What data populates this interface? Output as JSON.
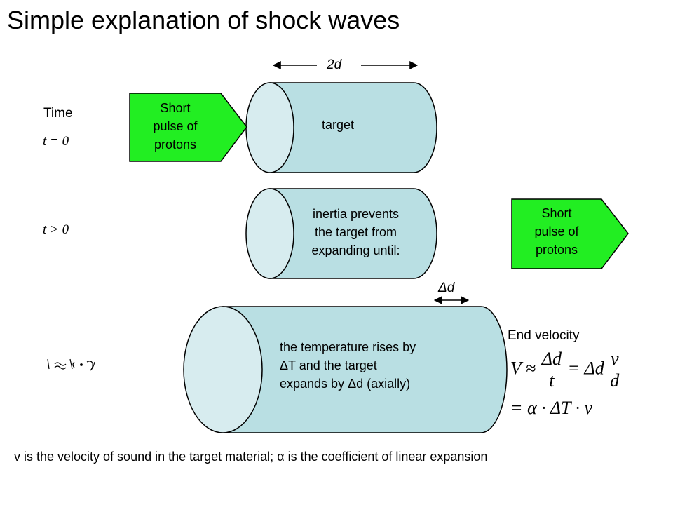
{
  "title": "Simple explanation of shock waves",
  "time_label": "Time",
  "t0_label": "t = 0",
  "tgt_label": "t > 0",
  "width_label": "2d",
  "delta_label": "Δd",
  "pulse_text": [
    "Short",
    "pulse of",
    "protons"
  ],
  "cylinder1_text": "target",
  "cylinder2_text": [
    "inertia prevents",
    "the target from",
    "expanding until:"
  ],
  "cylinder3_text": [
    "the temperature rises by",
    "ΔT and the target",
    "expands by Δd (axially)"
  ],
  "end_velocity_label": "End velocity",
  "equation": {
    "lhs": "V ≈",
    "frac1_num": "Δd",
    "frac1_den": "t",
    "mid": "= Δd",
    "frac2_num": "v",
    "frac2_den": "d",
    "line2": "= α · ΔT · v"
  },
  "footnote": "v is the velocity of sound in the target material;  α is the coefficient of linear expansion",
  "colors": {
    "cylinder_fill": "#b9dfe3",
    "cylinder_face": "#d7ecef",
    "pulse_fill": "#22ee22",
    "stroke": "#000000"
  }
}
